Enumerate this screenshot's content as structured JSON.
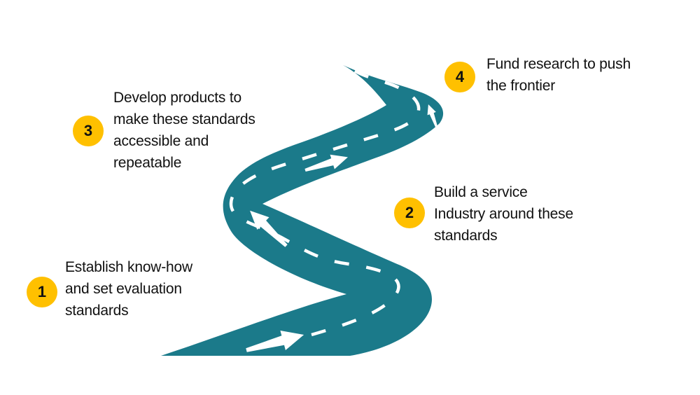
{
  "colors": {
    "road": "#1B7A8A",
    "badge": "#FFC000",
    "text": "#111111",
    "dash": "#FFFFFF"
  },
  "milestones": [
    {
      "number": "1",
      "label": "Establish know-how\nand set evaluation\nstandards"
    },
    {
      "number": "2",
      "label": "Build a service\nIndustry around these\nstandards"
    },
    {
      "number": "3",
      "label": "Develop products to\nmake these standards\naccessible and\nrepeatable"
    },
    {
      "number": "4",
      "label": "Fund research to push\nthe frontier"
    }
  ]
}
